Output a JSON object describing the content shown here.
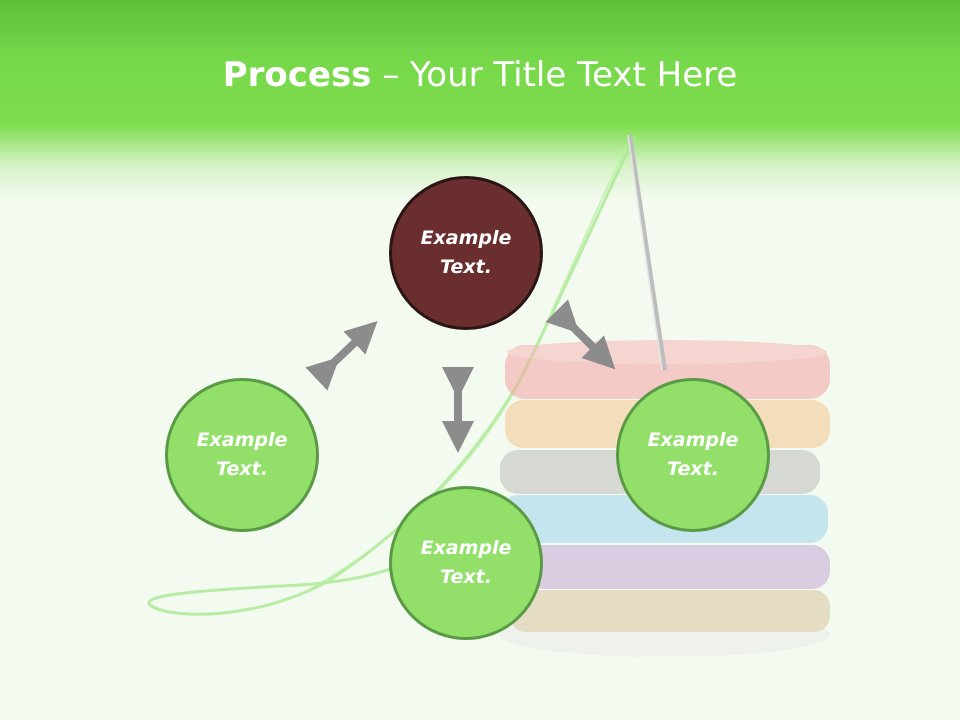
{
  "title": {
    "bold": "Process",
    "rest": " – Your Title Text Here"
  },
  "nodes": {
    "top": "Example\nText.",
    "left": "Example\nText.",
    "right": "Example\nText.",
    "bottom": "Example\nText."
  },
  "colors": {
    "header_green": "#76d84a",
    "node_green": "#92e06a",
    "node_dark": "#6b2e2e",
    "arrow_gray": "#8c8c8c"
  }
}
